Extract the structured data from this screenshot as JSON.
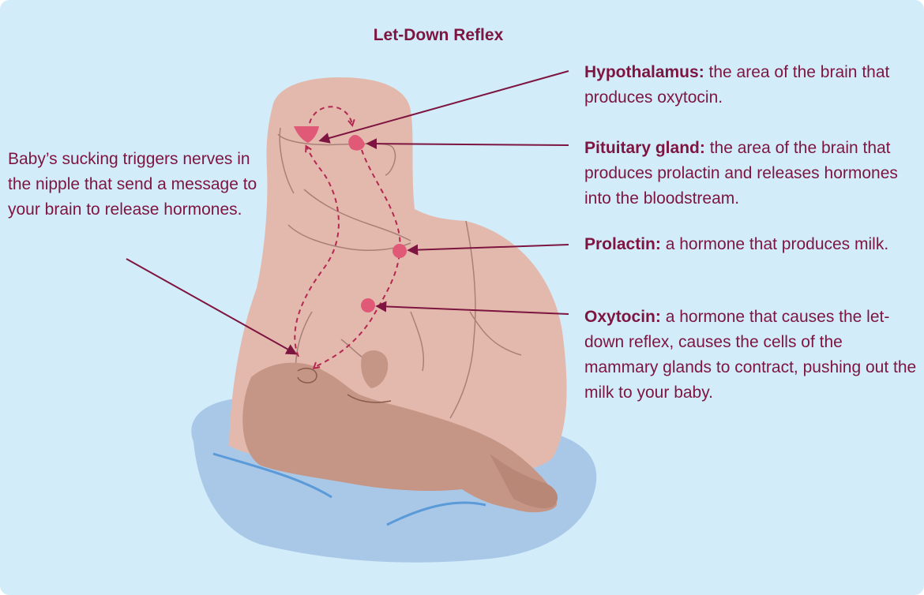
{
  "title": "Let-Down Reflex",
  "labels": {
    "baby": {
      "text": "Baby’s sucking triggers nerves in the nipple that send a message to your brain to release hormones."
    },
    "hypothalamus": {
      "term": "Hypothalamus:",
      "text": " the area of the brain that produces oxytocin."
    },
    "pituitary": {
      "term": "Pituitary gland:",
      "text": " the area of the brain that produces prolactin and releases hormones into the bloodstream."
    },
    "prolactin": {
      "term": "Prolactin:",
      "text": " a hormone that produces milk."
    },
    "oxytocin": {
      "term": "Oxytocin:",
      "text": " a hormone that causes the let-down reflex, causes the cells of the mammary glands to contract, pushing out the milk to your baby."
    }
  },
  "colors": {
    "background": "#d3ecfa",
    "text": "#7d1540",
    "skin": "#e4b9ad",
    "baby_skin": "#c59685",
    "pillow": "#a9c8e8",
    "hormone": "#e05a78",
    "arrow": "#7d1540"
  }
}
